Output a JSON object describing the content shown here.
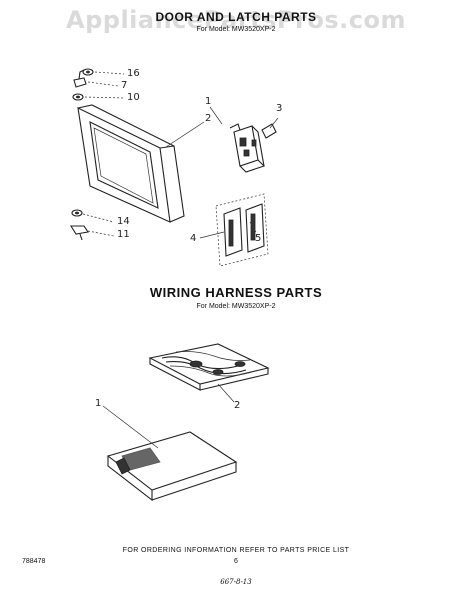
{
  "watermark": "AppliancePartsPros.com",
  "section1": {
    "title": "DOOR AND LATCH PARTS",
    "model": "For Model: MW3520XP-2",
    "callouts": [
      "16",
      "7",
      "10",
      "1",
      "2",
      "3",
      "14",
      "11",
      "4",
      "5"
    ]
  },
  "section2": {
    "title": "WIRING HARNESS PARTS",
    "model": "For Model: MW3520XP-2",
    "callouts": [
      "2",
      "1"
    ]
  },
  "footer": {
    "note": "FOR ORDERING INFORMATION REFER TO PARTS PRICE LIST",
    "doc_number": "788478",
    "page": "6",
    "handwritten": "667-8-13"
  }
}
